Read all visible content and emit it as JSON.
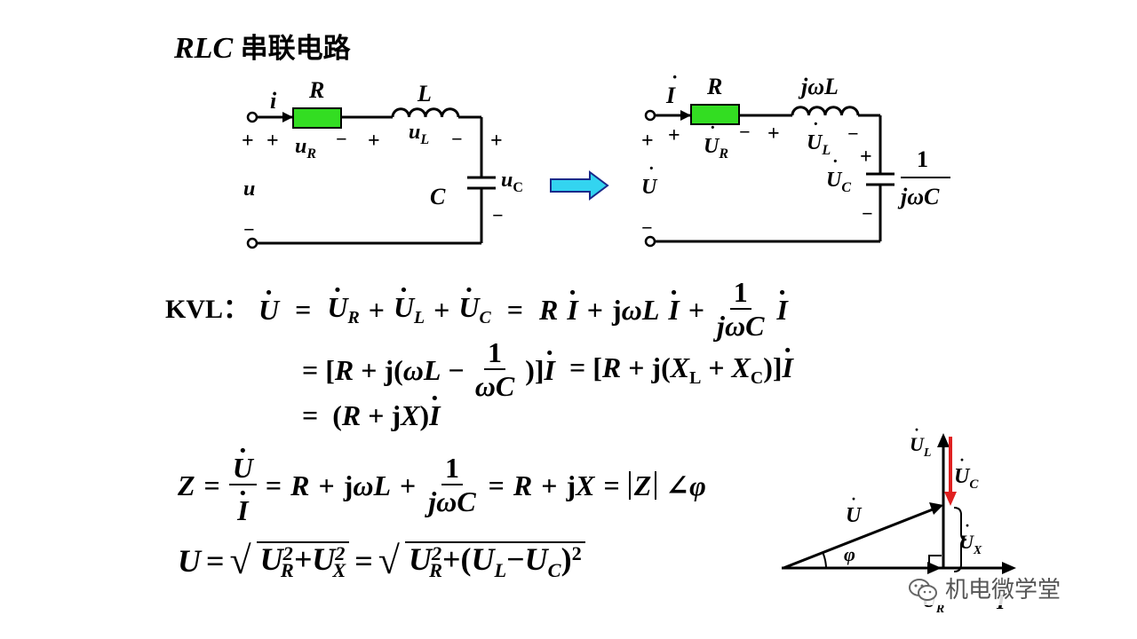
{
  "slide": {
    "title_italic": "RLC",
    "title_cn": "串联电路",
    "watermark": "机电微学堂"
  },
  "circuit_time": {
    "current": "i",
    "resistor": "R",
    "inductor": "L",
    "capacitor": "C",
    "source_voltage": "u",
    "u_r": "u",
    "u_r_sub": "R",
    "u_l": "u",
    "u_l_sub": "L",
    "u_c": "u",
    "u_c_sub": "C",
    "plus": "+",
    "minus": "−"
  },
  "circuit_phasor": {
    "current": "I",
    "resistor": "R",
    "inductor": "jωL",
    "capacitor_num": "1",
    "capacitor_den": "jωC",
    "source_voltage": "U",
    "u_r": "U",
    "u_r_sub": "R",
    "u_l": "U",
    "u_l_sub": "L",
    "u_c": "U",
    "u_c_sub": "C"
  },
  "equations": {
    "kvl_label": "KVL：",
    "line2_eq": "=",
    "line3_eq": "=",
    "one": "1",
    "jwc": "jωC",
    "wc": "ωC"
  },
  "phasor_diagram": {
    "ul_label": "U",
    "ul_sub": "L",
    "uc_label": "U",
    "uc_sub": "C",
    "u_label": "U",
    "ux_label": "U",
    "ux_sub": "X",
    "i_label": "I",
    "ur_label": "U",
    "ur_sub": "R",
    "angle_label": "φ",
    "uc_color": "#e02020"
  }
}
